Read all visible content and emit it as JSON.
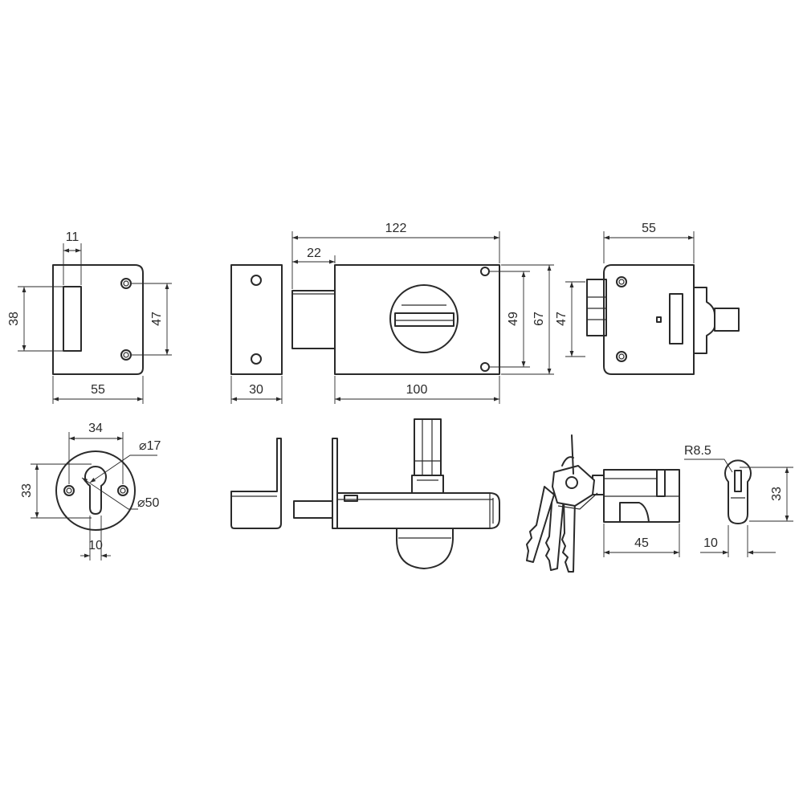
{
  "dims": {
    "strike_slot_w": "11",
    "strike_slot_h": "38",
    "strike_holes": "47",
    "strike_w": "55",
    "keep_w": "30",
    "bolt_proj": "22",
    "case_total": "122",
    "case_w": "100",
    "case_holes": "49",
    "case_h": "67",
    "side_w": "55",
    "side_holes": "47",
    "rose_holes": "34",
    "rose_h": "33",
    "rose_keyhole_dia": "⌀17",
    "rose_dia": "⌀50",
    "rose_slot": "10",
    "cyl_len": "45",
    "cyl_radius": "R8.5",
    "cyl_h": "33",
    "cyl_w": "10"
  },
  "colors": {
    "line": "#2a2a2a",
    "background": "#ffffff"
  }
}
